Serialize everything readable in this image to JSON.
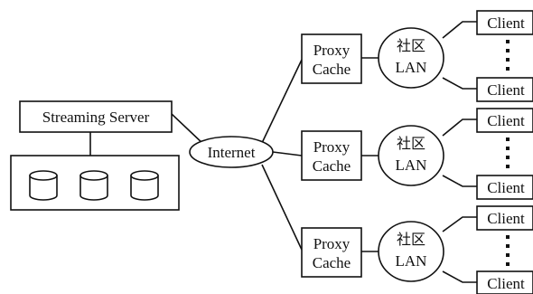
{
  "server": {
    "label": "Streaming Server"
  },
  "internet": {
    "label": "Internet"
  },
  "proxy": {
    "line1": "Proxy",
    "line2": "Cache"
  },
  "lan": {
    "line1": "社区",
    "line2": "LAN"
  },
  "client": {
    "label": "Client"
  },
  "colors": {
    "stroke": "#111111",
    "background": "#ffffff"
  }
}
